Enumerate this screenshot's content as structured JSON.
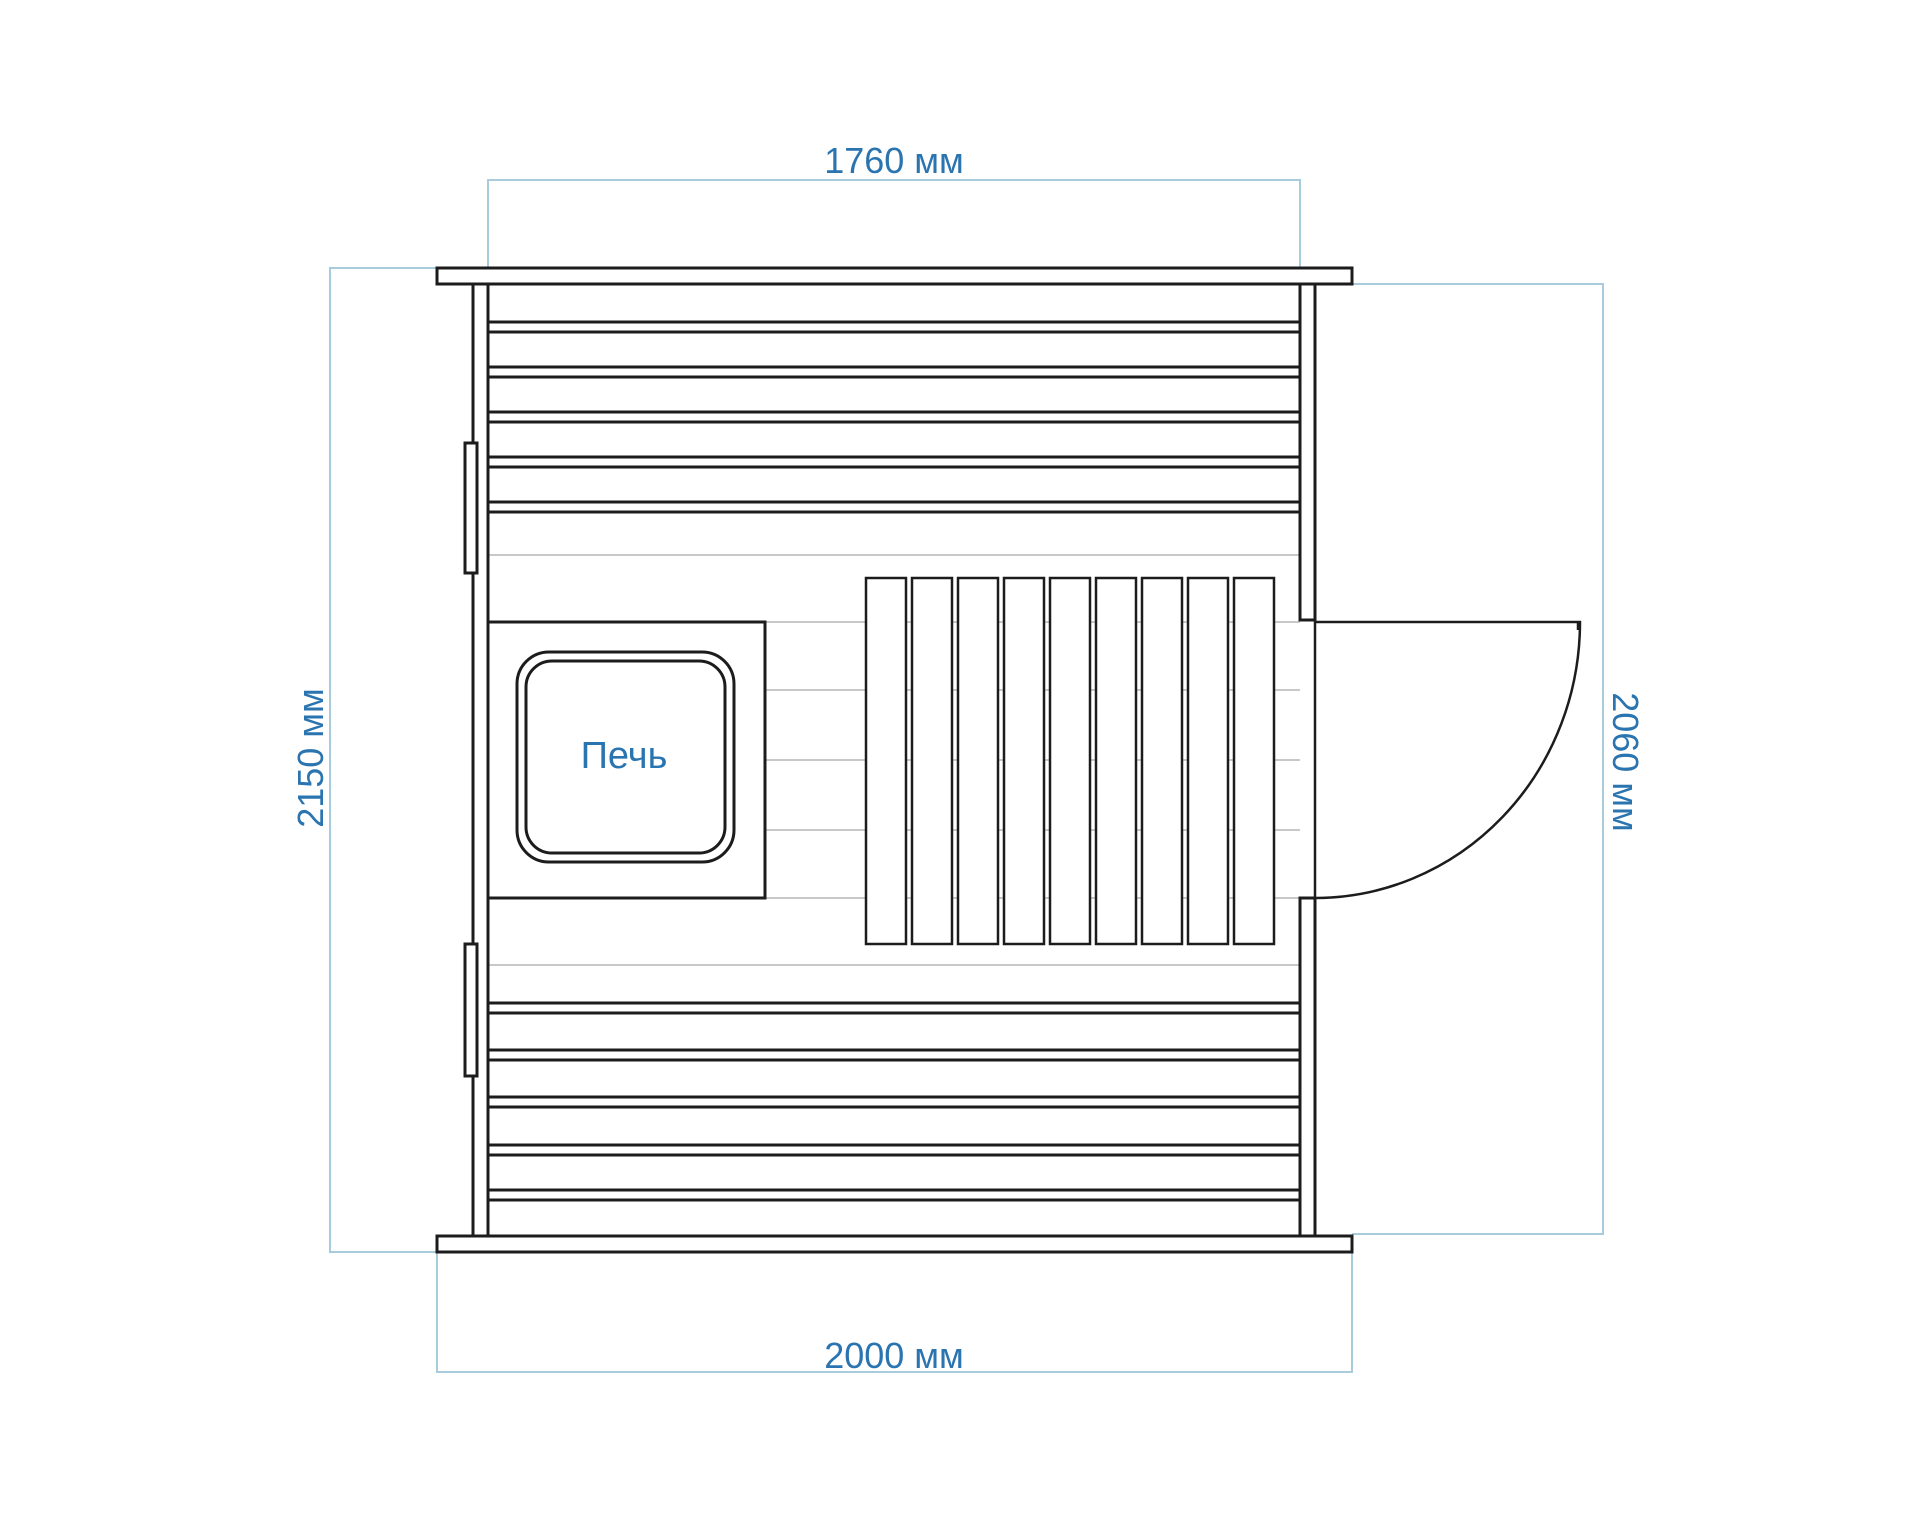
{
  "dimensions": {
    "top": "1760 мм",
    "bottom": "2000 мм",
    "left": "2150 мм",
    "right": "2060 мм"
  },
  "stove": {
    "label": "Печь"
  },
  "colors": {
    "dimension_text": "#2a74b0",
    "dimension_line": "#a9ccdc",
    "outline": "#1c1c1c",
    "floor_line": "#c8c8c8"
  }
}
